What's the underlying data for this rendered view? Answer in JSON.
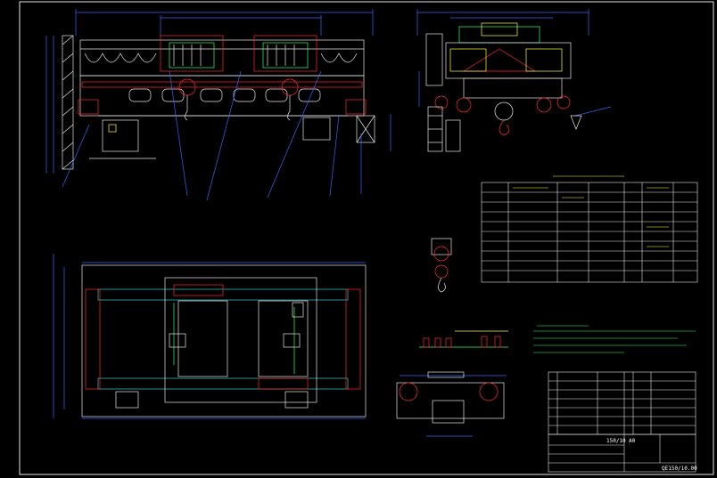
{
  "title_block": {
    "drawing_no": "QE150/10.00",
    "spec": "150/10",
    "sheet_size": "A0"
  },
  "colors": {
    "background": "#000000",
    "line_white": "#e6e6e6",
    "line_yellow": "#ffff33",
    "line_green": "#33ff66",
    "line_red": "#ff2a2a",
    "line_blue": "#3366ff",
    "line_cyan": "#33cccc",
    "line_magenta": "#ff33ff"
  },
  "views": [
    {
      "name": "front-elevation"
    },
    {
      "name": "side-elevation"
    },
    {
      "name": "plan-view"
    },
    {
      "name": "hook-detail"
    },
    {
      "name": "end-carriage-detail"
    }
  ]
}
